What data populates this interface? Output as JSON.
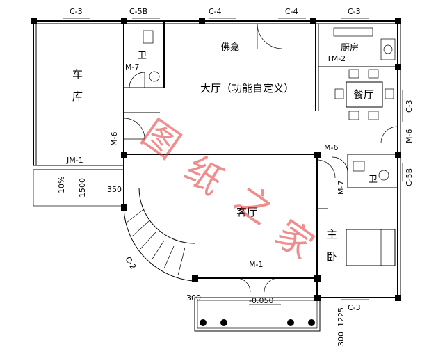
{
  "rooms": {
    "garage": [
      "车",
      "库"
    ],
    "hall": "大厅（功能自定义）",
    "kitchen": "厨房",
    "dining": "餐厅",
    "living": "客厅",
    "master": [
      "主",
      "卧"
    ],
    "bath": "卫",
    "altar": "佛龛"
  },
  "tags": {
    "c3": "C-3",
    "c5b": "C-5B",
    "c4": "C-4",
    "c2": "C-2",
    "m7": "M-7",
    "m6": "M-6",
    "m1": "M-1",
    "tm2": "TM-2",
    "jm1": "JM-1"
  },
  "dims": {
    "slope": "10%",
    "ramp": "1500",
    "d350": "350",
    "d300": "300",
    "d1225": "1225",
    "d300v": "300",
    "elev": "-0.050"
  },
  "watermark": [
    "图",
    "纸",
    "之",
    "家"
  ]
}
